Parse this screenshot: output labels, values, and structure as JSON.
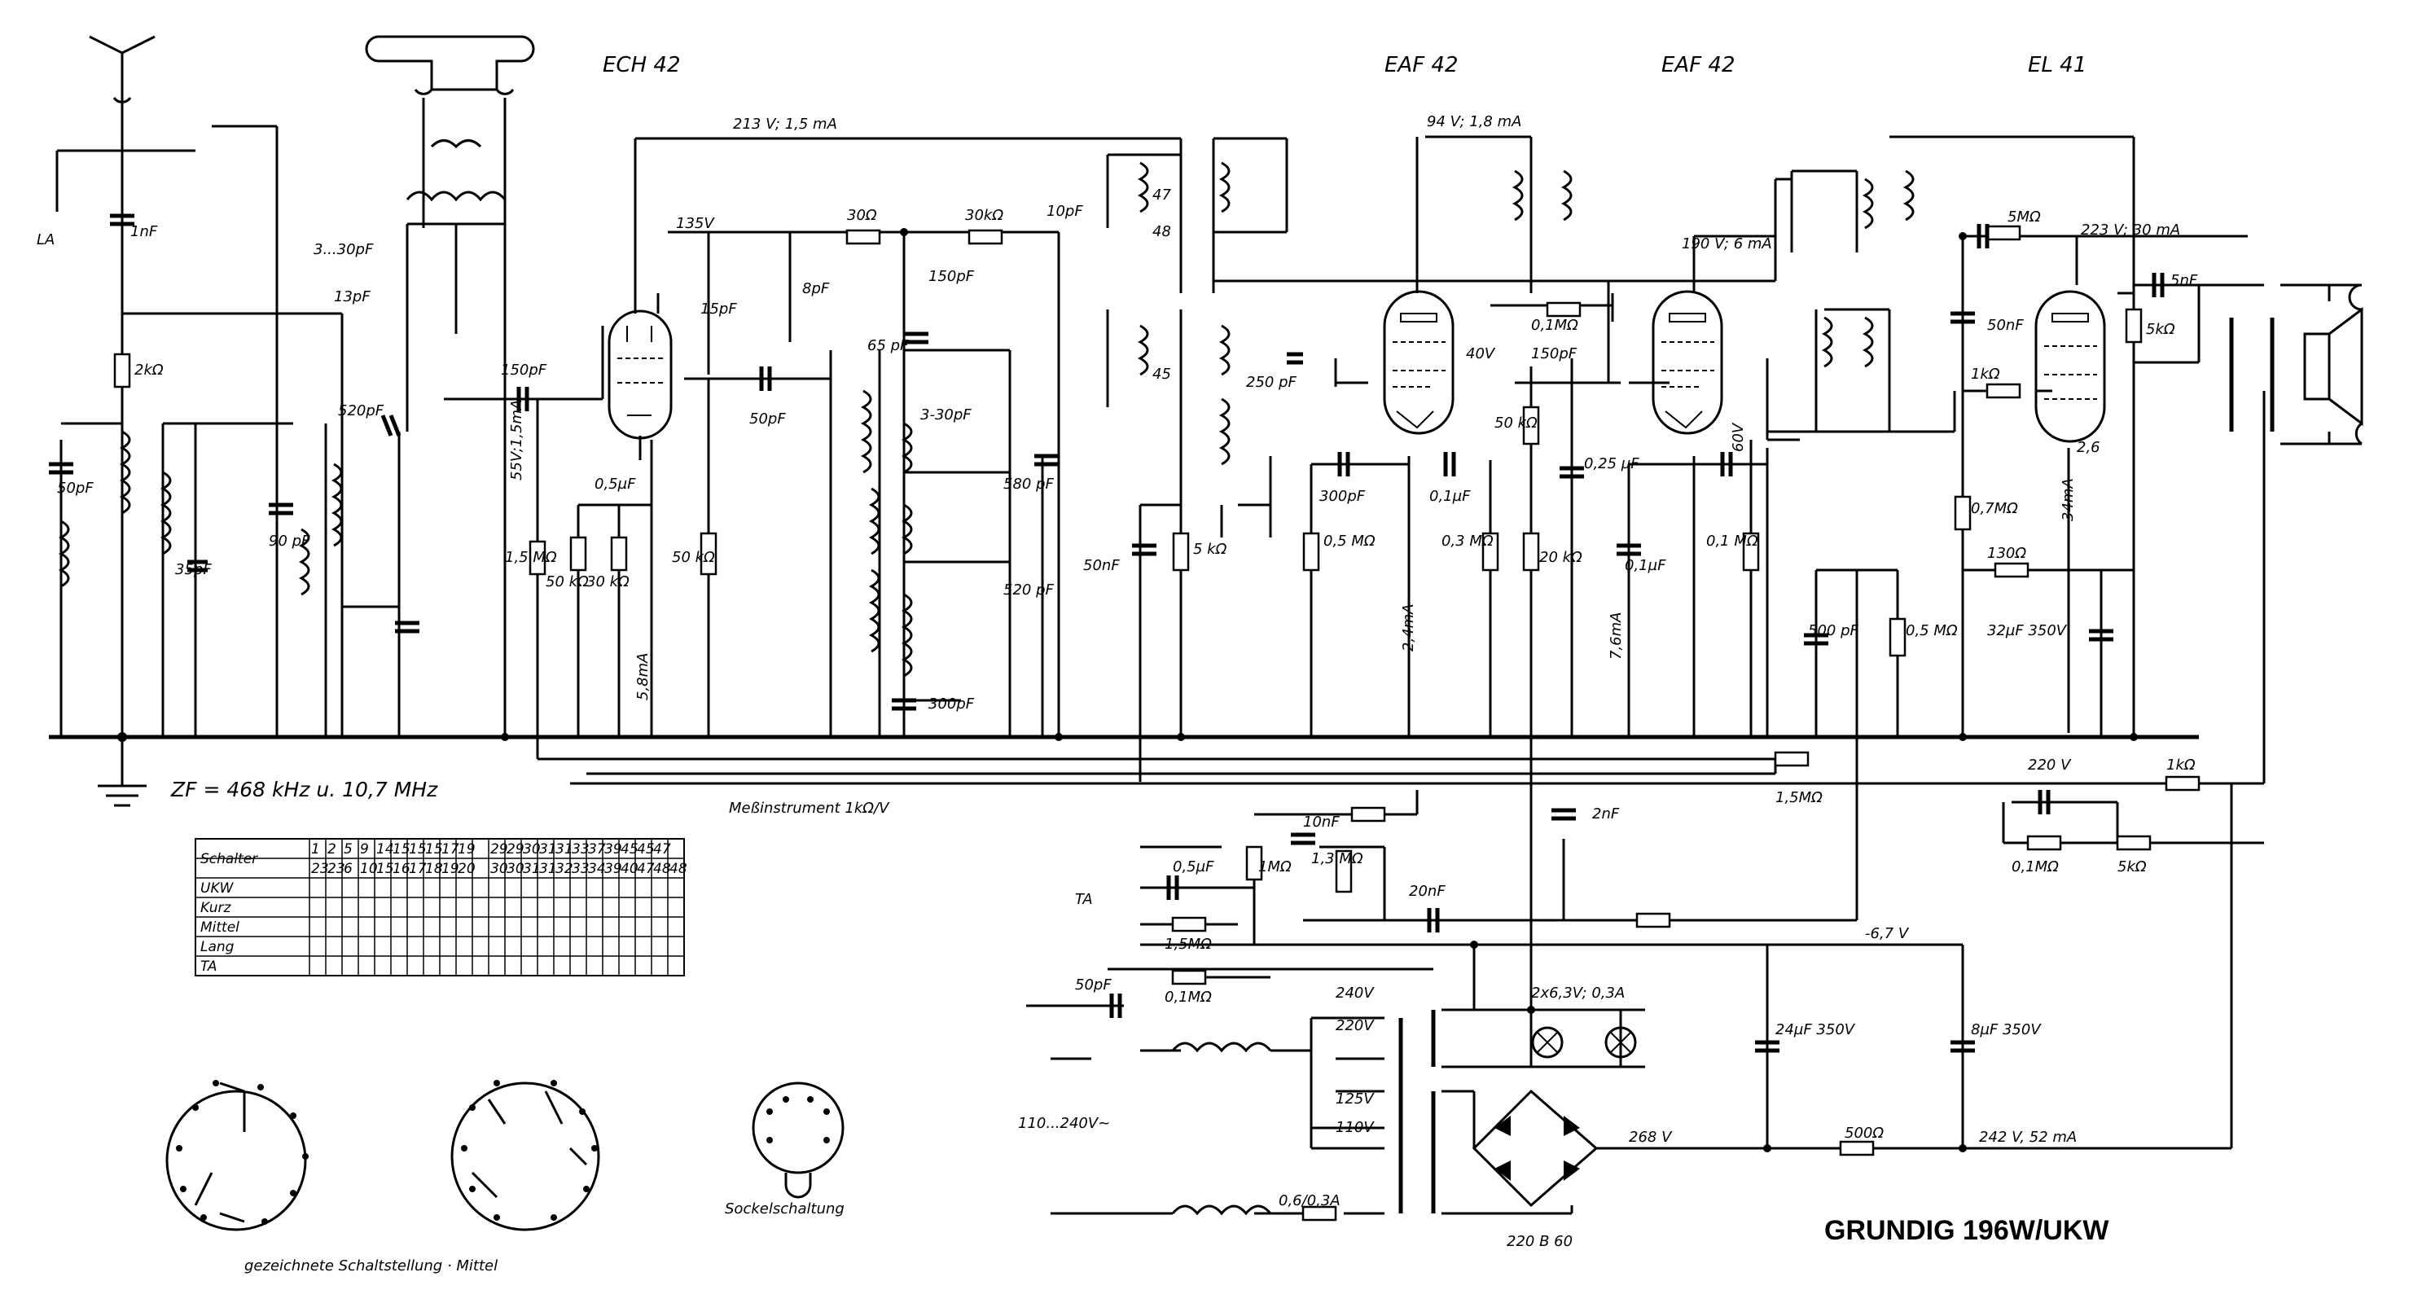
{
  "title": "GRUNDIG 196W/UKW",
  "if_note": "ZF = 468 kHz u. 10,7 MHz",
  "meter_note": "Meßinstrument 1kΩ/V",
  "tubes": [
    "ECH 42",
    "EAF 42",
    "EAF 42",
    "EL 41"
  ],
  "rails": {
    "r1": "213 V; 1,5 mA",
    "r2": "94 V; 1,8 mA",
    "r3": "190 V; 6 mA",
    "r4": "223 V; 30 mA",
    "r5": "220 V",
    "r6": "-6,7 V",
    "r7": "268 V",
    "r8": "242 V, 52 mA"
  },
  "labels": [
    "LA",
    "1nF",
    "2kΩ",
    "50pF",
    "3...30pF",
    "13pF",
    "520pF",
    "35pF",
    "90 pF",
    "150pF",
    "135V",
    "30Ω",
    "30kΩ",
    "15pF",
    "8pF",
    "150pF",
    "50pF",
    "65 pF",
    "3-30pF",
    "580 pF",
    "520 pF",
    "300pF",
    "1,5 MΩ",
    "50 kΩ",
    "30 kΩ",
    "0,5µF",
    "55V;1,5mA",
    "5,8mA",
    "50 kΩ",
    "10pF",
    "47",
    "48",
    "45",
    "250 pF",
    "50nF",
    "5 kΩ",
    "300pF",
    "0,5 MΩ",
    "2,4mA",
    "0,1µF",
    "0,3 MΩ",
    "40V",
    "0,1MΩ",
    "150pF",
    "50 kΩ",
    "0,25 µF",
    "20 kΩ",
    "0,1µF",
    "7,6mA",
    "60V",
    "0,1 MΩ",
    "500 pF",
    "0,5 MΩ",
    "5MΩ",
    "50nF",
    "1kΩ",
    "0,7MΩ",
    "130Ω",
    "34mA",
    "32µF 350V",
    "5nF",
    "5kΩ",
    "2,6",
    "1,5MΩ",
    "1kΩ",
    "0,1MΩ",
    "5kΩ",
    "10nF",
    "1MΩ",
    "1,3 MΩ",
    "0,5µF",
    "20nF",
    "2nF",
    "TA",
    "1,5MΩ",
    "0,1MΩ",
    "50pF",
    "240V",
    "220V",
    "125V",
    "110V",
    "110...240V~",
    "2x6,3V; 0,3A",
    "24µF 350V",
    "8µF 350V",
    "500Ω",
    "0,6/0,3A",
    "220 B 60"
  ],
  "switch_table": {
    "header_label": "Schalter",
    "top_row": [
      "1",
      "2",
      "5",
      "9",
      "14",
      "15",
      "15",
      "15",
      "17",
      "19",
      "",
      "29",
      "29",
      "30",
      "31",
      "31",
      "33",
      "37",
      "39",
      "45",
      "45",
      "47"
    ],
    "bottom_row": [
      "23",
      "23",
      "6",
      "10",
      "15",
      "16",
      "17",
      "18",
      "19",
      "20",
      "",
      "30",
      "30",
      "31",
      "31",
      "32",
      "33",
      "34",
      "39",
      "40",
      "47",
      "48",
      "48"
    ],
    "rows": [
      "UKW",
      "Kurz",
      "Mittel",
      "Lang",
      "TA"
    ]
  },
  "bottom_captions": {
    "switch_position": "gezeichnete Schaltstellung · Mittel",
    "socket": "Sockelschaltung"
  },
  "colors": {
    "ink": "#000000",
    "paper": "#ffffff"
  }
}
